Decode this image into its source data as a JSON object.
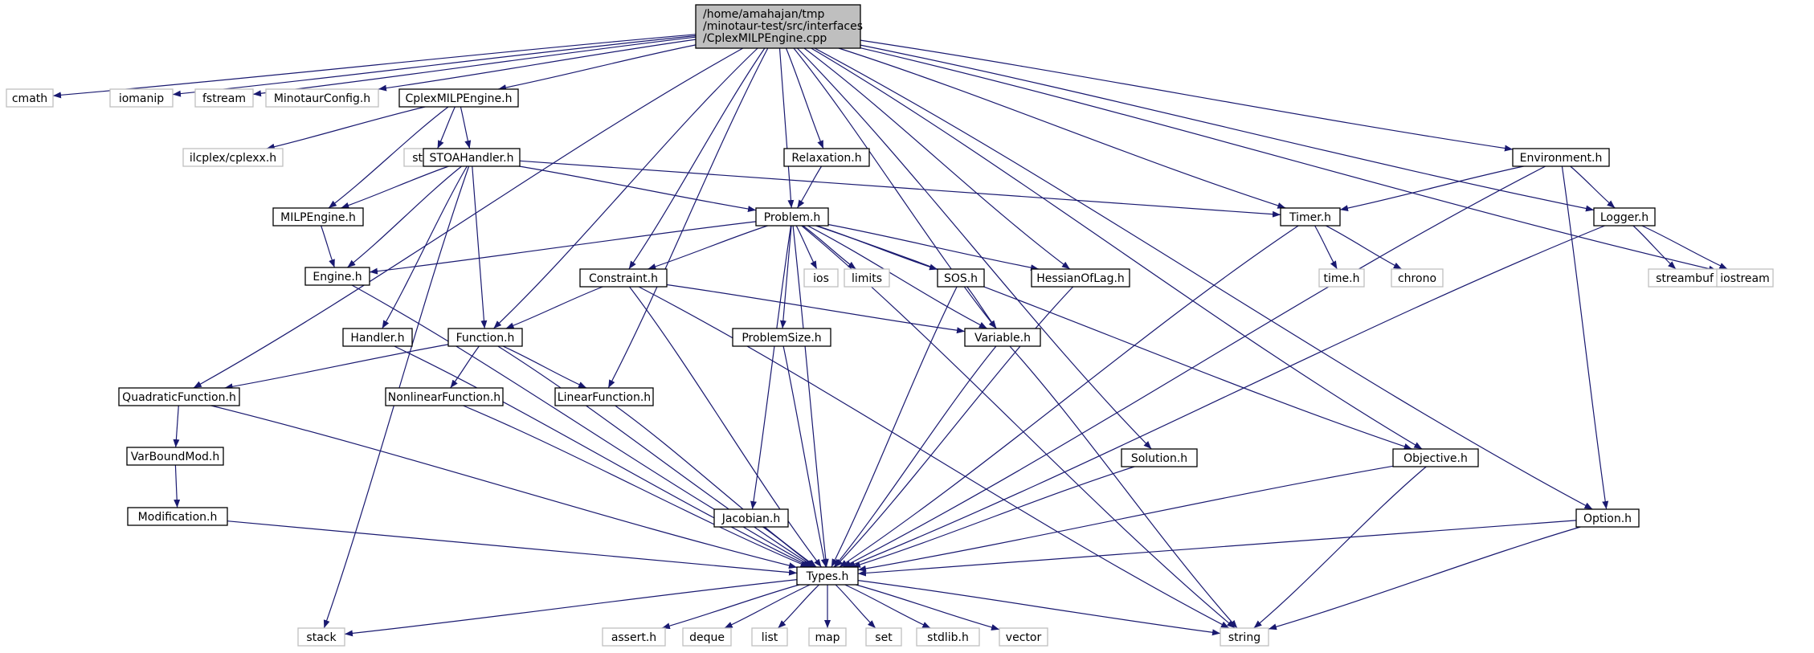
{
  "root": {
    "lines": [
      "/home/amahajan/tmp",
      "/minotaur-test/src/interfaces",
      "/CplexMILPEngine.cpp"
    ],
    "fill": "#bfbfbf",
    "border": "#000000"
  },
  "colors": {
    "edge": "#191970",
    "documented_border": "#000000",
    "external_border": "#bfbfbf",
    "root_fill": "#bfbfbf",
    "background": "#ffffff"
  },
  "nodes": [
    {
      "id": "cmath",
      "label": "cmath",
      "external": true
    },
    {
      "id": "iomanip",
      "label": "iomanip",
      "external": true
    },
    {
      "id": "fstream",
      "label": "fstream",
      "external": true
    },
    {
      "id": "minotaurconfig",
      "label": "MinotaurConfig.h",
      "external": true
    },
    {
      "id": "cplexmilpengine_h",
      "label": "CplexMILPEngine.h",
      "external": false
    },
    {
      "id": "ilcplex",
      "label": "ilcplex/cplexx.h",
      "external": true
    },
    {
      "id": "string_h",
      "label": "string.h",
      "external": true
    },
    {
      "id": "stoahandler",
      "label": "STOAHandler.h",
      "external": false
    },
    {
      "id": "milpengine",
      "label": "MILPEngine.h",
      "external": false
    },
    {
      "id": "engine",
      "label": "Engine.h",
      "external": false
    },
    {
      "id": "handler",
      "label": "Handler.h",
      "external": false
    },
    {
      "id": "relaxation",
      "label": "Relaxation.h",
      "external": false
    },
    {
      "id": "problem",
      "label": "Problem.h",
      "external": false
    },
    {
      "id": "constraint",
      "label": "Constraint.h",
      "external": false
    },
    {
      "id": "ios",
      "label": "ios",
      "external": true
    },
    {
      "id": "limits",
      "label": "limits",
      "external": true
    },
    {
      "id": "sos",
      "label": "SOS.h",
      "external": false
    },
    {
      "id": "hessian",
      "label": "HessianOfLag.h",
      "external": false
    },
    {
      "id": "function",
      "label": "Function.h",
      "external": false
    },
    {
      "id": "problemsize",
      "label": "ProblemSize.h",
      "external": false
    },
    {
      "id": "variable",
      "label": "Variable.h",
      "external": false
    },
    {
      "id": "quadratic",
      "label": "QuadraticFunction.h",
      "external": false
    },
    {
      "id": "nonlinear",
      "label": "NonlinearFunction.h",
      "external": false
    },
    {
      "id": "linear",
      "label": "LinearFunction.h",
      "external": false
    },
    {
      "id": "varboundmod",
      "label": "VarBoundMod.h",
      "external": false
    },
    {
      "id": "modification",
      "label": "Modification.h",
      "external": false
    },
    {
      "id": "jacobian",
      "label": "Jacobian.h",
      "external": false
    },
    {
      "id": "types",
      "label": "Types.h",
      "external": false
    },
    {
      "id": "solution",
      "label": "Solution.h",
      "external": false
    },
    {
      "id": "objective",
      "label": "Objective.h",
      "external": false
    },
    {
      "id": "timer",
      "label": "Timer.h",
      "external": false
    },
    {
      "id": "time_h",
      "label": "time.h",
      "external": true
    },
    {
      "id": "chrono",
      "label": "chrono",
      "external": true
    },
    {
      "id": "environment",
      "label": "Environment.h",
      "external": false
    },
    {
      "id": "logger",
      "label": "Logger.h",
      "external": false
    },
    {
      "id": "streambuf",
      "label": "streambuf",
      "external": true
    },
    {
      "id": "iostream",
      "label": "iostream",
      "external": true
    },
    {
      "id": "option",
      "label": "Option.h",
      "external": false
    },
    {
      "id": "stack",
      "label": "stack",
      "external": true
    },
    {
      "id": "assert_h",
      "label": "assert.h",
      "external": true
    },
    {
      "id": "deque",
      "label": "deque",
      "external": true
    },
    {
      "id": "list",
      "label": "list",
      "external": true
    },
    {
      "id": "map",
      "label": "map",
      "external": true
    },
    {
      "id": "set",
      "label": "set",
      "external": true
    },
    {
      "id": "stdlib_h",
      "label": "stdlib.h",
      "external": true
    },
    {
      "id": "vector",
      "label": "vector",
      "external": true
    },
    {
      "id": "string",
      "label": "string",
      "external": true
    }
  ],
  "edges": [
    [
      "root",
      "cmath"
    ],
    [
      "root",
      "iomanip"
    ],
    [
      "root",
      "fstream"
    ],
    [
      "root",
      "minotaurconfig"
    ],
    [
      "root",
      "cplexmilpengine_h"
    ],
    [
      "root",
      "quadratic"
    ],
    [
      "root",
      "function"
    ],
    [
      "root",
      "linear"
    ],
    [
      "root",
      "constraint"
    ],
    [
      "root",
      "problem"
    ],
    [
      "root",
      "relaxation"
    ],
    [
      "root",
      "hessian"
    ],
    [
      "root",
      "variable"
    ],
    [
      "root",
      "solution"
    ],
    [
      "root",
      "objective"
    ],
    [
      "root",
      "timer"
    ],
    [
      "root",
      "environment"
    ],
    [
      "root",
      "logger"
    ],
    [
      "root",
      "iostream"
    ],
    [
      "root",
      "option"
    ],
    [
      "cplexmilpengine_h",
      "ilcplex"
    ],
    [
      "cplexmilpengine_h",
      "string_h"
    ],
    [
      "cplexmilpengine_h",
      "stoahandler"
    ],
    [
      "cplexmilpengine_h",
      "milpengine"
    ],
    [
      "stoahandler",
      "milpengine"
    ],
    [
      "stoahandler",
      "engine"
    ],
    [
      "stoahandler",
      "handler"
    ],
    [
      "stoahandler",
      "function"
    ],
    [
      "stoahandler",
      "problem"
    ],
    [
      "stoahandler",
      "timer"
    ],
    [
      "stoahandler",
      "stack"
    ],
    [
      "milpengine",
      "engine"
    ],
    [
      "engine",
      "types"
    ],
    [
      "handler",
      "types"
    ],
    [
      "relaxation",
      "problem"
    ],
    [
      "problem",
      "engine"
    ],
    [
      "problem",
      "constraint"
    ],
    [
      "problem",
      "ios"
    ],
    [
      "problem",
      "limits"
    ],
    [
      "problem",
      "sos"
    ],
    [
      "problem",
      "hessian"
    ],
    [
      "problem",
      "variable"
    ],
    [
      "problem",
      "objective"
    ],
    [
      "problem",
      "problemsize"
    ],
    [
      "problem",
      "jacobian"
    ],
    [
      "problem",
      "types"
    ],
    [
      "problem",
      "string"
    ],
    [
      "constraint",
      "function"
    ],
    [
      "constraint",
      "variable"
    ],
    [
      "constraint",
      "types"
    ],
    [
      "constraint",
      "string"
    ],
    [
      "sos",
      "variable"
    ],
    [
      "sos",
      "types"
    ],
    [
      "hessian",
      "types"
    ],
    [
      "function",
      "quadratic"
    ],
    [
      "function",
      "nonlinear"
    ],
    [
      "function",
      "linear"
    ],
    [
      "function",
      "types"
    ],
    [
      "problemsize",
      "types"
    ],
    [
      "variable",
      "types"
    ],
    [
      "variable",
      "string"
    ],
    [
      "quadratic",
      "varboundmod"
    ],
    [
      "quadratic",
      "types"
    ],
    [
      "varboundmod",
      "modification"
    ],
    [
      "modification",
      "types"
    ],
    [
      "nonlinear",
      "types"
    ],
    [
      "linear",
      "types"
    ],
    [
      "jacobian",
      "types"
    ],
    [
      "solution",
      "types"
    ],
    [
      "objective",
      "types"
    ],
    [
      "objective",
      "string"
    ],
    [
      "timer",
      "time_h"
    ],
    [
      "timer",
      "chrono"
    ],
    [
      "timer",
      "types"
    ],
    [
      "environment",
      "timer"
    ],
    [
      "environment",
      "logger"
    ],
    [
      "environment",
      "option"
    ],
    [
      "environment",
      "types"
    ],
    [
      "logger",
      "streambuf"
    ],
    [
      "logger",
      "iostream"
    ],
    [
      "logger",
      "types"
    ],
    [
      "option",
      "types"
    ],
    [
      "option",
      "string"
    ],
    [
      "types",
      "stack"
    ],
    [
      "types",
      "assert_h"
    ],
    [
      "types",
      "deque"
    ],
    [
      "types",
      "list"
    ],
    [
      "types",
      "map"
    ],
    [
      "types",
      "set"
    ],
    [
      "types",
      "stdlib_h"
    ],
    [
      "types",
      "vector"
    ],
    [
      "types",
      "string"
    ]
  ]
}
